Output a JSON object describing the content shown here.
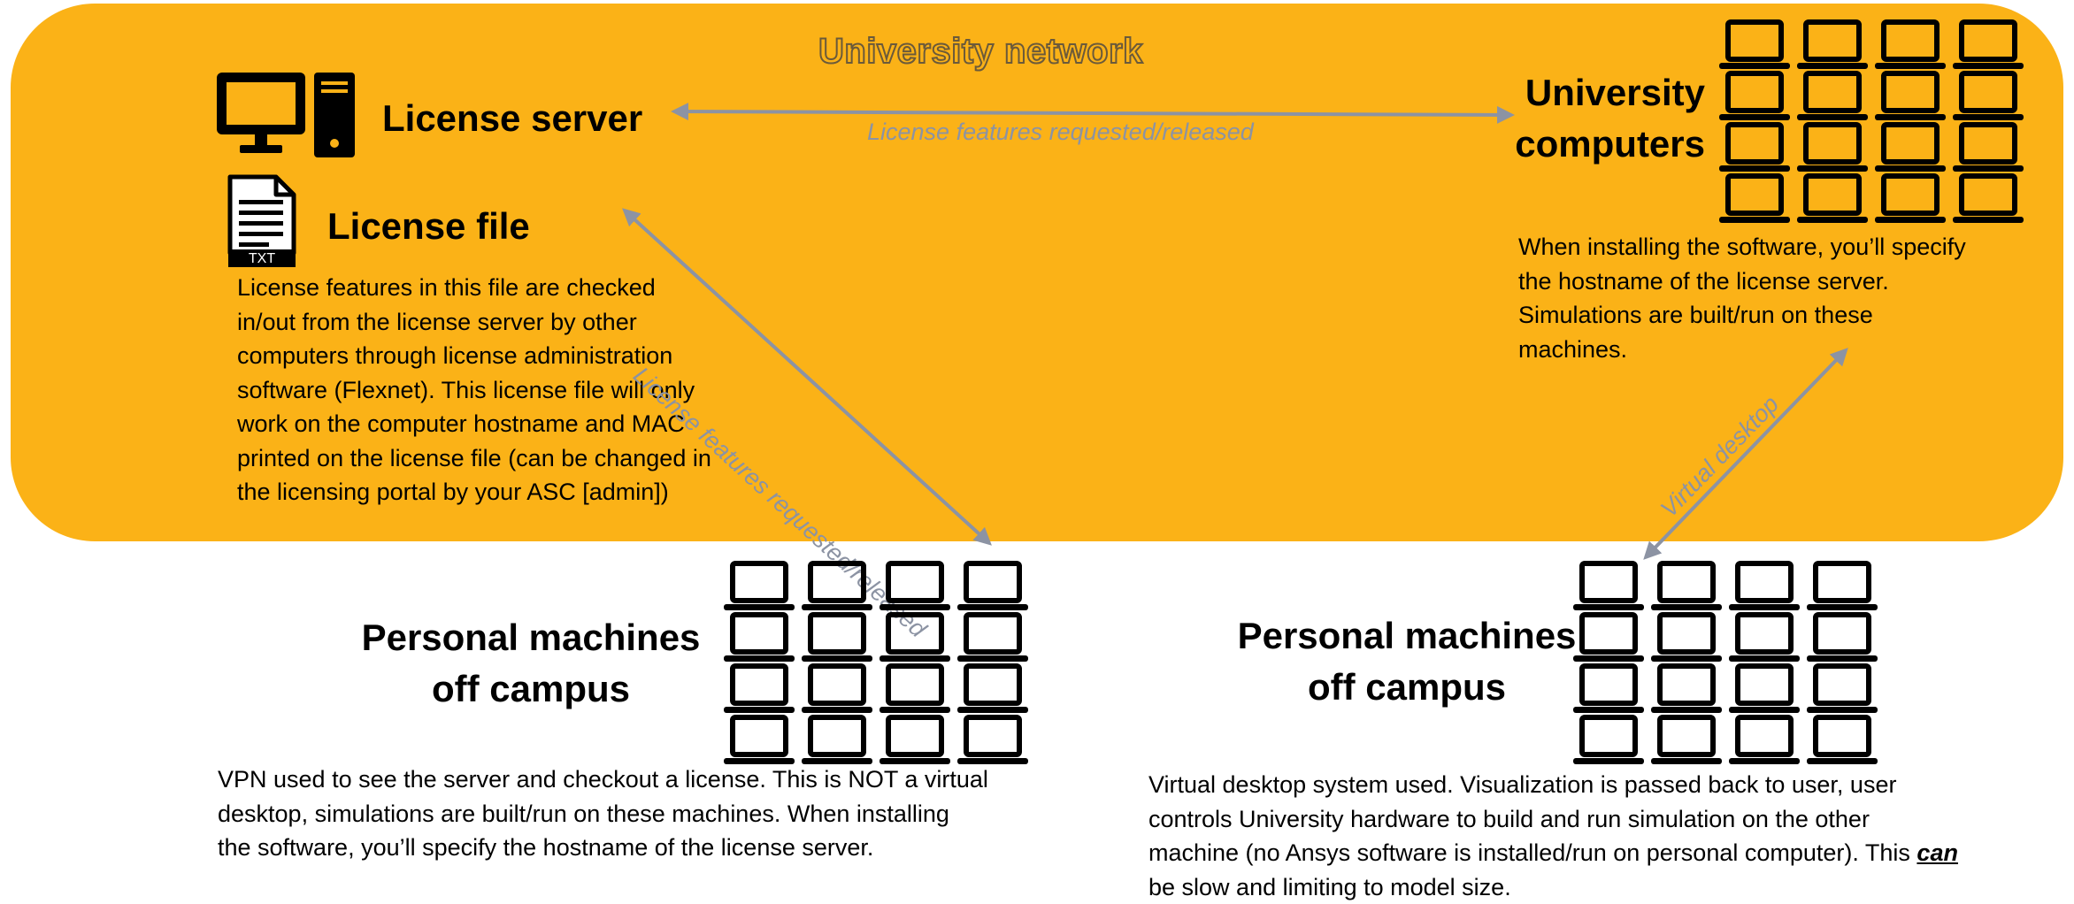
{
  "network": {
    "label": "University network",
    "color": "#FBB217"
  },
  "license_server": {
    "title": "License server",
    "icon": "desktop-tower-icon"
  },
  "license_file": {
    "title": "License file",
    "icon_label": "TXT",
    "icon": "text-file-icon",
    "description_lines": [
      "License features in this file are checked",
      "in/out from the license server by other",
      "computers through license administration",
      "software (Flexnet). This license file will only",
      "work on the computer hostname and MAC",
      "printed on the license file (can be changed in",
      "the licensing portal by your ASC [admin])"
    ]
  },
  "university_computers": {
    "title_line1": "University",
    "title_line2": "computers",
    "icon": "laptop-grid-icon",
    "description_lines": [
      "When installing the software, you’ll specify",
      "the hostname of the license server.",
      "Simulations are built/run on these",
      "machines."
    ]
  },
  "arrows": {
    "server_to_university": "License features requested/released",
    "server_to_personal": "License features requested/released",
    "virtual_desktop": "Virtual desktop",
    "color": "#8c93a3"
  },
  "personal_vpn": {
    "title_line1": "Personal machines",
    "title_line2": "off campus",
    "icon": "laptop-grid-icon",
    "description_lines": [
      "VPN used to see the server and checkout a license. This is NOT a virtual",
      "desktop, simulations are built/run on these machines. When installing",
      "the software, you’ll specify the hostname of the license server."
    ]
  },
  "personal_virtual": {
    "title_line1": "Personal machines",
    "title_line2": "off campus",
    "icon": "laptop-grid-icon",
    "description_line1": "Virtual desktop system used. Visualization is passed back to user, user",
    "description_line2": "controls University hardware to build and run simulation on the other",
    "description_line3_pre": "machine (no Ansys software is installed/run on personal computer). This ",
    "description_line3_em": "can",
    "description_line4": "be slow and limiting to model size."
  }
}
